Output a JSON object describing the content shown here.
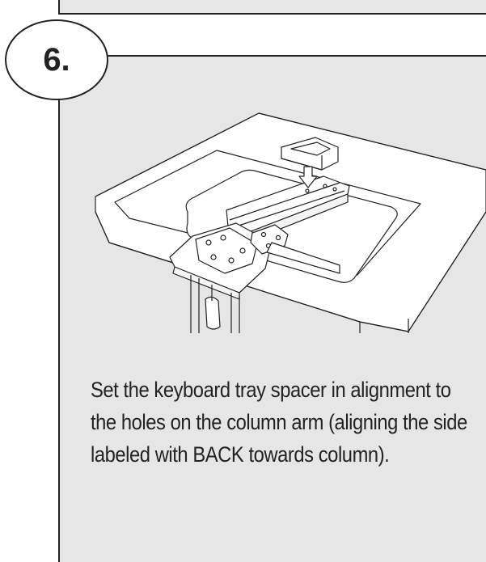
{
  "step": {
    "number": "6."
  },
  "instruction": {
    "text": "Set the keyboard tray spacer in alignment to the holes on the column arm (aligning the side labeled with BACK towards column)."
  },
  "illustration": {
    "subject": "keyboard-tray-spacer-installation"
  },
  "colors": {
    "panel_background": "#e6e6e6",
    "line": "#222222",
    "page_background": "#ffffff"
  }
}
